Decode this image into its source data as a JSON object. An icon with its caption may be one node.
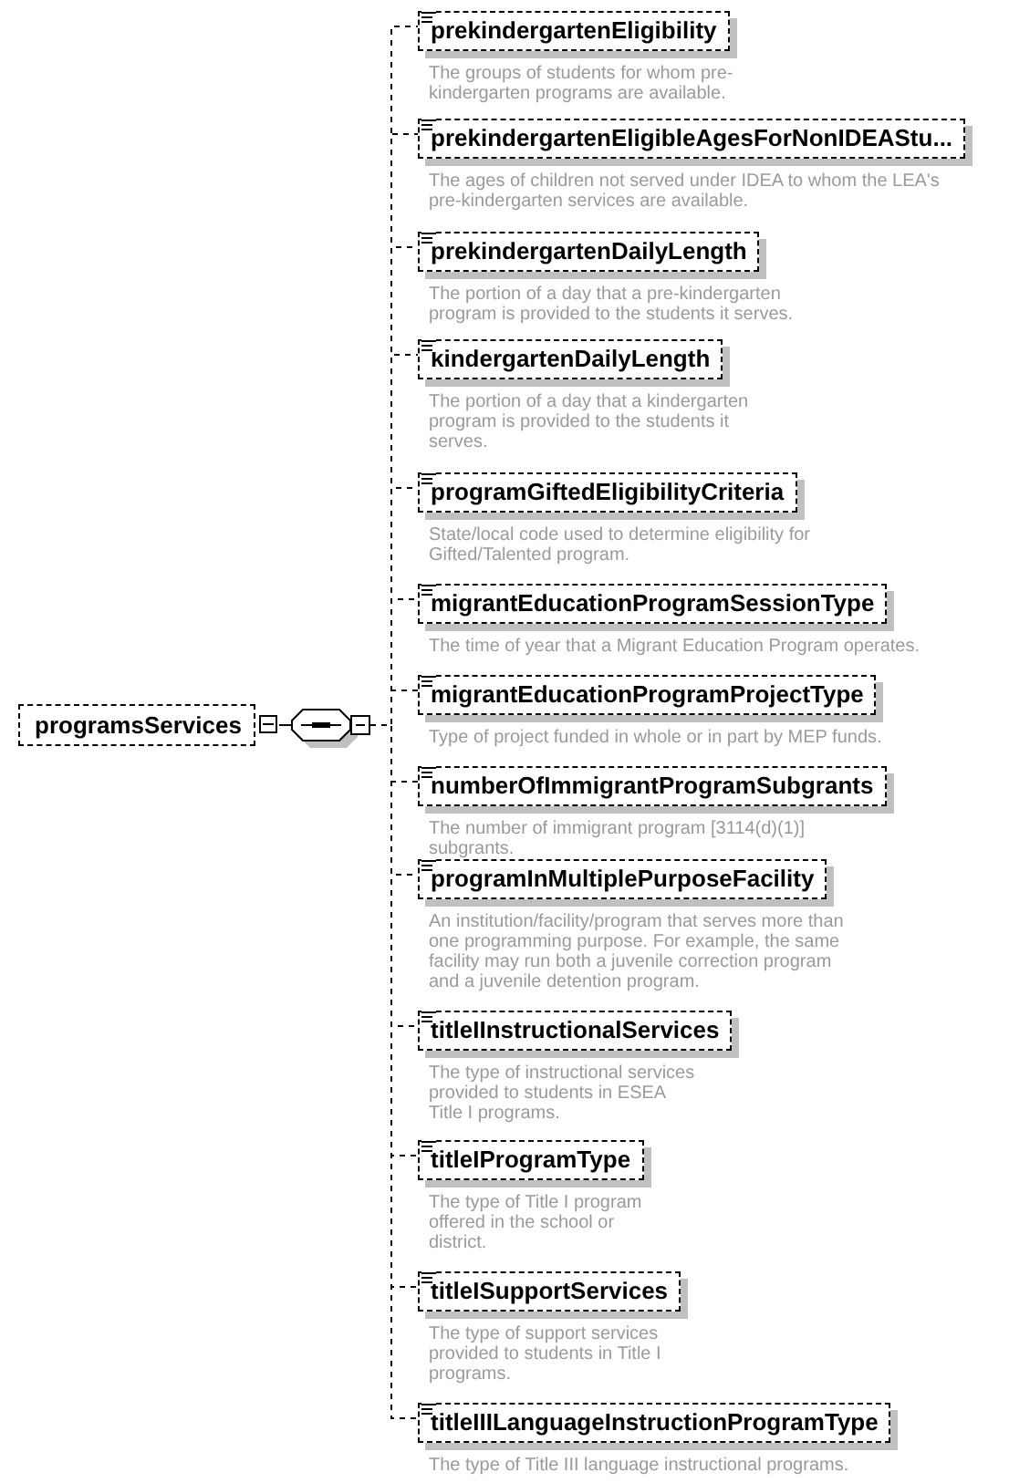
{
  "diagram": {
    "nodes": [
      {
        "text": [
          "programsServices"
        ]
      },
      {
        "text": [],
        "shape": "hexagon"
      },
      {
        "text": [
          "prekindergartenEligibility",
          "The groups of students for whom pre-kindergarten programs are available."
        ]
      },
      {
        "text": [
          "prekindergartenEligibleAgesForNonIDEAStu...",
          "The ages of children not served under IDEA to whom the LEA's pre-kindergarten services are available."
        ]
      },
      {
        "text": [
          "prekindergartenDailyLength",
          "The portion of a day that a pre-kindergarten program is provided to the students it serves."
        ]
      },
      {
        "text": [
          "kindergartenDailyLength",
          "The portion of a day that a kindergarten program is provided to the students it serves."
        ]
      },
      {
        "text": [
          "programGiftedEligibilityCriteria",
          "State/local code used to determine eligibility for Gifted/Talented program."
        ]
      },
      {
        "text": [
          "migrantEducationProgramSessionType",
          "The time of year that a Migrant Education Program operates."
        ]
      },
      {
        "text": [
          "migrantEducationProgramProjectType",
          "Type of project funded in whole or in part by MEP funds."
        ]
      },
      {
        "text": [
          "numberOfImmigrantProgramSubgrants",
          "The number of immigrant program [3114(d)(1)] subgrants."
        ]
      },
      {
        "text": [
          "programInMultiplePurposeFacility",
          "An institution/facility/program that serves more than one programming purpose. For example, the same facility may run both a juvenile correction program and a juvenile detention program."
        ]
      },
      {
        "text": [
          "titleIInstructionalServices",
          "The type of instructional services provided to students in ESEA Title I programs."
        ]
      },
      {
        "text": [
          "titleIProgramType",
          "The type of Title I program offered in the school or district."
        ]
      },
      {
        "text": [
          "titleISupportServices",
          "The type of support services provided to students in Title I programs."
        ]
      },
      {
        "text": [
          "titleIIILanguageInstructionProgramType",
          "The type of Title III language instructional programs."
        ]
      }
    ],
    "edges": [
      {
        "from": 0,
        "to": 1,
        "arrow": "none"
      },
      {
        "from": 1,
        "to": 2,
        "arrow": "none",
        "style": "dashed"
      },
      {
        "from": 1,
        "to": 3,
        "arrow": "none",
        "style": "dashed"
      },
      {
        "from": 1,
        "to": 4,
        "arrow": "none",
        "style": "dashed"
      },
      {
        "from": 1,
        "to": 5,
        "arrow": "none",
        "style": "dashed"
      },
      {
        "from": 1,
        "to": 6,
        "arrow": "none",
        "style": "dashed"
      },
      {
        "from": 1,
        "to": 7,
        "arrow": "none",
        "style": "dashed"
      },
      {
        "from": 1,
        "to": 8,
        "arrow": "none",
        "style": "dashed"
      },
      {
        "from": 1,
        "to": 9,
        "arrow": "none",
        "style": "dashed"
      },
      {
        "from": 1,
        "to": 10,
        "arrow": "none",
        "style": "dashed"
      },
      {
        "from": 1,
        "to": 11,
        "arrow": "none",
        "style": "dashed"
      },
      {
        "from": 1,
        "to": 12,
        "arrow": "none",
        "style": "dashed"
      },
      {
        "from": 1,
        "to": 13,
        "arrow": "none",
        "style": "dashed"
      },
      {
        "from": 1,
        "to": 14,
        "arrow": "none",
        "style": "dashed"
      }
    ]
  }
}
